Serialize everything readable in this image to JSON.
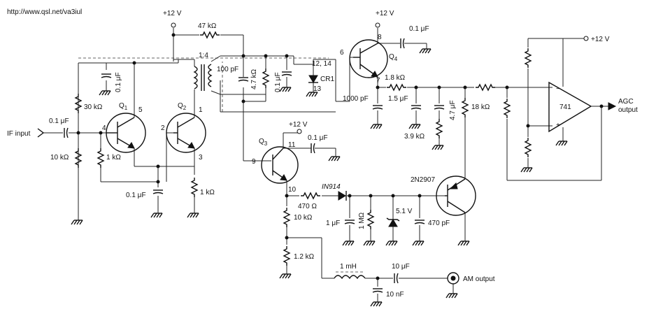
{
  "header": {
    "url": "http://www.qsl.net/va3iul"
  },
  "supplies": {
    "top_left": "+12 V",
    "q4": "+12 V",
    "q3": "+12 V",
    "opamp": "+12 V"
  },
  "resistors": {
    "r47k": "47 kΩ",
    "r30k": "30 kΩ",
    "r10k_in": "10 kΩ",
    "r1k_q1": "1 kΩ",
    "r1k_q2": "1 kΩ",
    "r4k7": "4.7 kΩ",
    "r1k8": "1.8 kΩ",
    "r18k": "18 kΩ",
    "r3k9": "3.9 kΩ",
    "r470": "470 Ω",
    "r1m": "1 MΩ",
    "r10k_q3": "10 kΩ",
    "r1k2": "1.2 kΩ"
  },
  "capacitors": {
    "c_in": "0.1 μF",
    "c_bias": "0.1 μF",
    "c_emit": "0.1 μF",
    "c100p": "100 pF",
    "c_tank": "0.1 μF",
    "c_q4": "0.1 μF",
    "c1000p": "1000 pF",
    "c1u5": "1.5 μF",
    "c4u7": "4.7 μF",
    "c_q3": "0.1 μF",
    "c1u": "1 μF",
    "c470p": "470 pF",
    "c10u": "10 μF",
    "c10n": "10 nF"
  },
  "inductors": {
    "l1mh": "1 mH",
    "ratio": "1:4"
  },
  "transistors": {
    "q1": "Q",
    "q1_sub": "1",
    "q2": "Q",
    "q2_sub": "2",
    "q3": "Q",
    "q3_sub": "3",
    "q4": "Q",
    "q4_sub": "4",
    "pnp": "2N2907"
  },
  "diodes": {
    "cr1": "CR1",
    "in914": "IN914",
    "zener": "5.1 V"
  },
  "opamp": {
    "label": "741",
    "minus": "−",
    "plus": "+"
  },
  "pins": {
    "p4": "4",
    "p5": "5",
    "p2": "2",
    "p1": "1",
    "p3": "3",
    "p6": "6",
    "p7": "7",
    "p8": "8",
    "p9": "9",
    "p10": "10",
    "p11": "11",
    "p12_14": "12, 14",
    "p13": "13"
  },
  "io": {
    "if_input": "IF input",
    "am_output": "AM output",
    "agc_line1": "AGC",
    "agc_line2": "output"
  }
}
